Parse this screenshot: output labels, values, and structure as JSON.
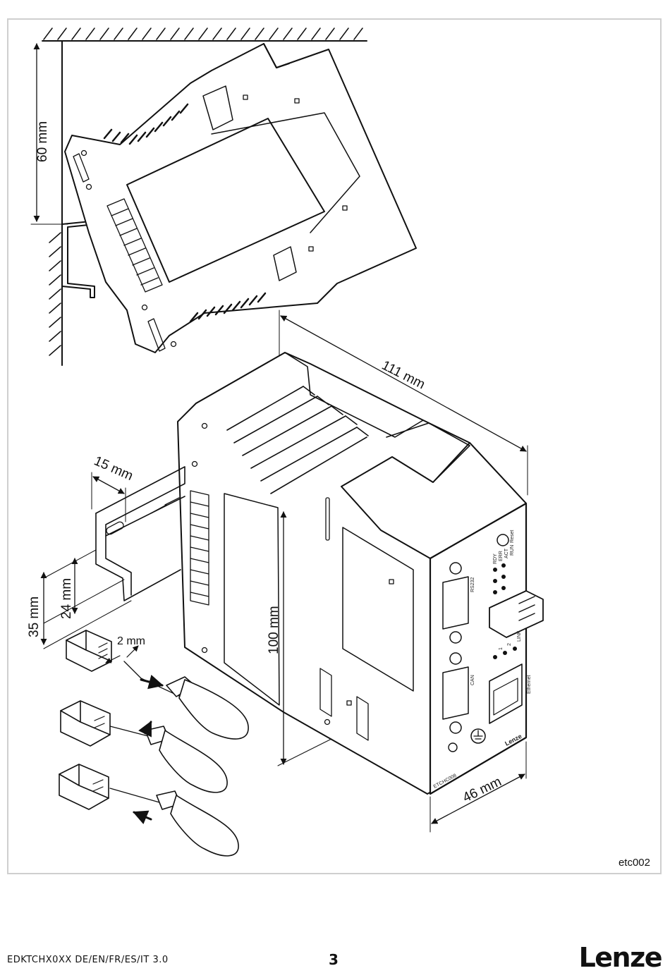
{
  "figure": {
    "dimensions": {
      "rail_offset": "60 mm",
      "depth": "111 mm",
      "height": "100 mm",
      "width": "46 mm",
      "rail_slot": "15 mm",
      "rail_height_outer": "35 mm",
      "rail_height_inner": "24 mm",
      "screwdriver_blade": "2 mm"
    },
    "device_labels": {
      "model": "ETCHC008",
      "brand": "Lenze",
      "port_upper": "RS232",
      "port_lower": "CAN",
      "led_set_1": [
        "RDY",
        "ERR",
        "ACT",
        "RUN"
      ],
      "led_set_2": [
        "1",
        "2",
        "LINK"
      ],
      "reset_label": "Reset",
      "ethernet_label": "Ethernet"
    },
    "figure_id": "etc002"
  },
  "footer": {
    "doc_id": "EDKTCHX0XX  DE/EN/FR/ES/IT  3.0",
    "page_number": "3",
    "brand_logo": "Lenze"
  }
}
